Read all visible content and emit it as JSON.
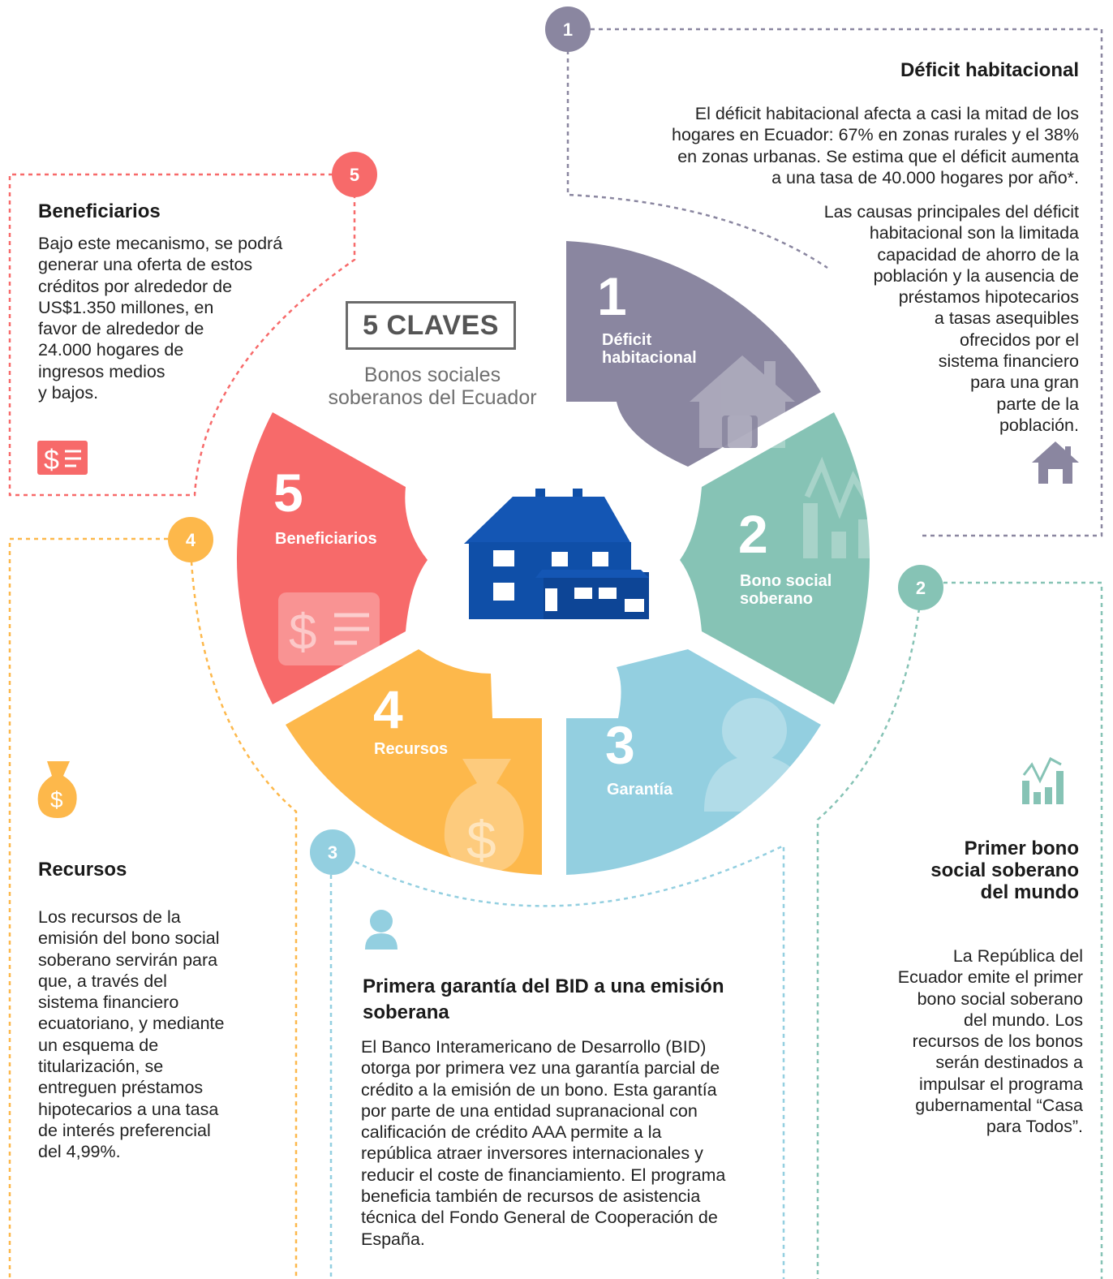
{
  "header": {
    "keys_label": "5 CLAVES",
    "subtitle": "Bonos sociales\nsoberanos del Ecuador"
  },
  "colors": {
    "deficit": "#8a86a0",
    "bono": "#86c3b5",
    "garantia": "#93cfe0",
    "recursos": "#fdb84b",
    "beneficiarios": "#f76a6a",
    "house": "#0f4fa8"
  },
  "segments": [
    {
      "number": "1",
      "label": "Déficit\nhabitacional",
      "icon": "house-icon"
    },
    {
      "number": "2",
      "label": "Bono social\nsoberano",
      "icon": "chart-icon"
    },
    {
      "number": "3",
      "label": "Garantía",
      "icon": "person-icon"
    },
    {
      "number": "4",
      "label": "Recursos",
      "icon": "money-bag-icon"
    },
    {
      "number": "5",
      "label": "Beneficiarios",
      "icon": "dollar-list-icon"
    }
  ],
  "badges": [
    "1",
    "2",
    "3",
    "4",
    "5"
  ],
  "sections": {
    "deficit": {
      "title": "Déficit habitacional",
      "p1": "El déficit habitacional afecta a casi la mitad de los\nhogares en Ecuador: 67% en zonas rurales y el 38%\nen zonas urbanas. Se estima que el déficit aumenta\na una tasa de 40.000 hogares por año*.",
      "p2": "Las causas principales del déficit\nhabitacional son la limitada\ncapacidad de ahorro de la\npoblación y la ausencia de\npréstamos hipotecarios\na tasas asequibles\nofrecidos por el\nsistema financiero\npara una gran\nparte de la\npoblación."
    },
    "beneficiarios": {
      "title": "Beneficiarios",
      "body": "Bajo este mecanismo, se podrá\ngenerar una oferta de estos\ncréditos por alrededor de\nUS$1.350 millones, en\nfavor de alrededor de\n24.000 hogares de\ningresos medios\ny bajos."
    },
    "recursos": {
      "title": "Recursos",
      "body": "Los recursos de la\nemisión del bono social\nsoberano servirán para\nque, a través del\nsistema financiero\necuatoriano, y mediante\nun esquema de\ntitularización, se\nentreguen préstamos\nhipotecarios a una tasa\nde interés preferencial\ndel 4,99%."
    },
    "garantia": {
      "title": "Primera garantía del BID a una emisión\nsoberana",
      "body": "El Banco Interamericano de Desarrollo (BID)\notorga por primera vez una garantía parcial de\ncrédito a la emisión de un bono. Esta garantía\npor parte de una entidad supranacional con\ncalificación de crédito AAA permite a la\nrepública atraer inversores internacionales y\nreducir el coste de financiamiento. El programa\nbeneficia también de recursos de asistencia\ntécnica del Fondo General de Cooperación de\nEspaña."
    },
    "bono": {
      "title": "Primer bono\nsocial soberano\ndel mundo",
      "body": "La República del\nEcuador emite el primer\nbono social soberano\ndel mundo. Los\nrecursos de los bonos\nserán destinados a\nimpulsar el programa\ngubernamental “Casa\npara Todos”."
    }
  }
}
